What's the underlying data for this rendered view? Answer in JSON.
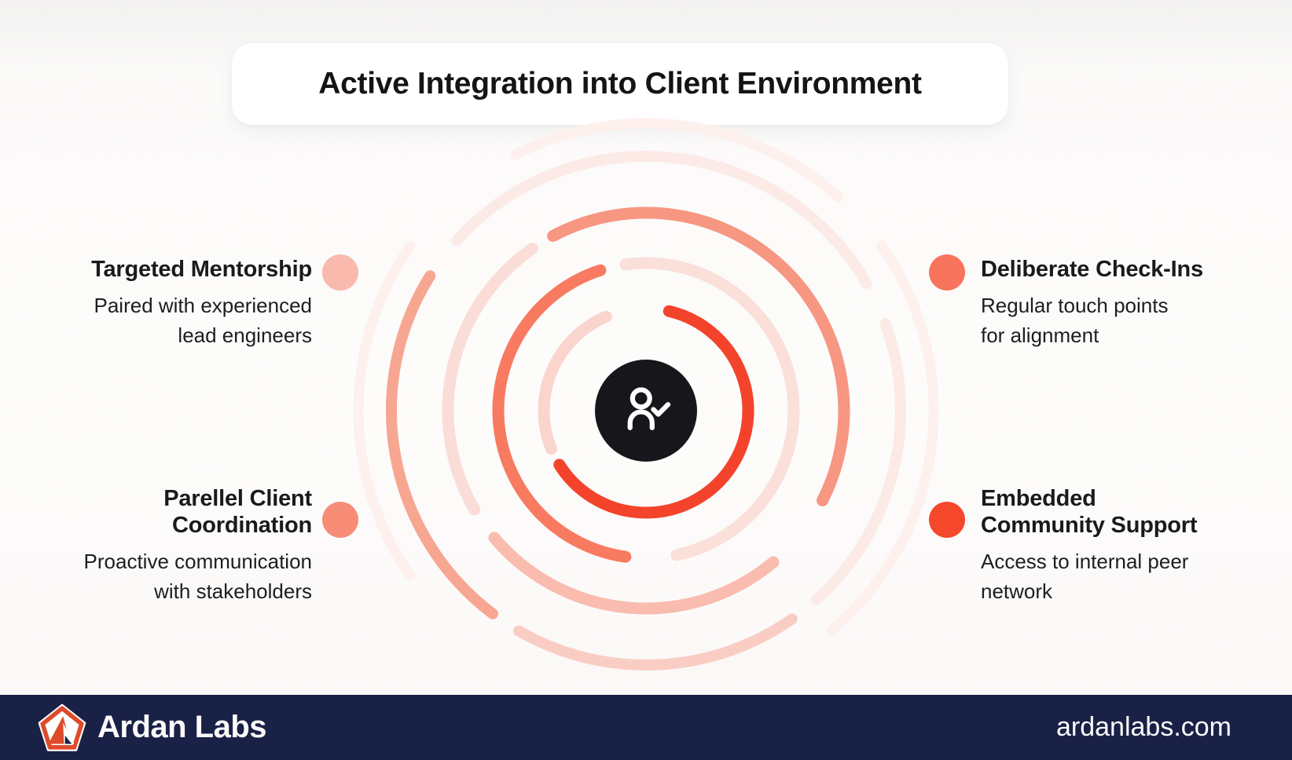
{
  "title": {
    "text": "Active Integration into Client Environment"
  },
  "diagram": {
    "center": {
      "icon": "user-check-icon",
      "background": "#17171B",
      "icon_color": "#FFFFFF"
    },
    "items": [
      {
        "position": "top-left",
        "heading": "Targeted Mentorship",
        "description": "Paired with experienced\nlead engineers",
        "dot_color": "#F9B9AC"
      },
      {
        "position": "top-right",
        "heading": "Deliberate Check-Ins",
        "description": "Regular touch points\nfor alignment",
        "dot_color": "#F8745D"
      },
      {
        "position": "bottom-left",
        "heading": "Parellel Client\nCoordination",
        "description": "Proactive communication\nwith stakeholders",
        "dot_color": "#F78D77"
      },
      {
        "position": "bottom-right",
        "heading": "Embedded\nCommunity Support",
        "description": "Access to internal peer\nnetwork",
        "dot_color": "#F4472B"
      }
    ],
    "rings": [
      {
        "r": 130,
        "width": 15,
        "segments": [
          {
            "from": -77,
            "to": 148,
            "color": "#F4432B"
          },
          {
            "from": 158,
            "to": 247,
            "color": "#FAD5CE"
          }
        ]
      },
      {
        "r": 188,
        "width": 15,
        "segments": [
          {
            "from": 98,
            "to": 252,
            "color": "#F87A61"
          },
          {
            "from": 262,
            "to": 438,
            "color": "#FBDFD9"
          }
        ]
      },
      {
        "r": 252,
        "width": 15,
        "segments": [
          {
            "from": 242,
            "to": 387,
            "color": "#F79681"
          },
          {
            "from": 150,
            "to": 235,
            "color": "#FBDDD7"
          },
          {
            "from": 50,
            "to": 140,
            "color": "#F9BCAF"
          }
        ]
      },
      {
        "r": 324,
        "width": 14,
        "segments": [
          {
            "from": 127,
            "to": 212,
            "color": "#F7A692"
          },
          {
            "from": 222,
            "to": 330,
            "color": "#FCEAE6"
          },
          {
            "from": 340,
            "to": 408,
            "color": "#FCEAE6"
          },
          {
            "from": 55,
            "to": 120,
            "color": "#FACDC4"
          }
        ]
      },
      {
        "r": 366,
        "width": 13,
        "segments": [
          {
            "from": -35,
            "to": 50,
            "color": "#FDF0ED"
          },
          {
            "from": 145,
            "to": 215,
            "color": "#FDF0ED"
          },
          {
            "from": 243,
            "to": 312,
            "color": "#FDF0ED"
          }
        ]
      }
    ]
  },
  "footer": {
    "brand": "Ardan Labs",
    "website": "ardanlabs.com",
    "background": "#1A2147",
    "logo_colors": {
      "ring": "#DE4B2B",
      "outline": "#FFFFFF"
    }
  }
}
